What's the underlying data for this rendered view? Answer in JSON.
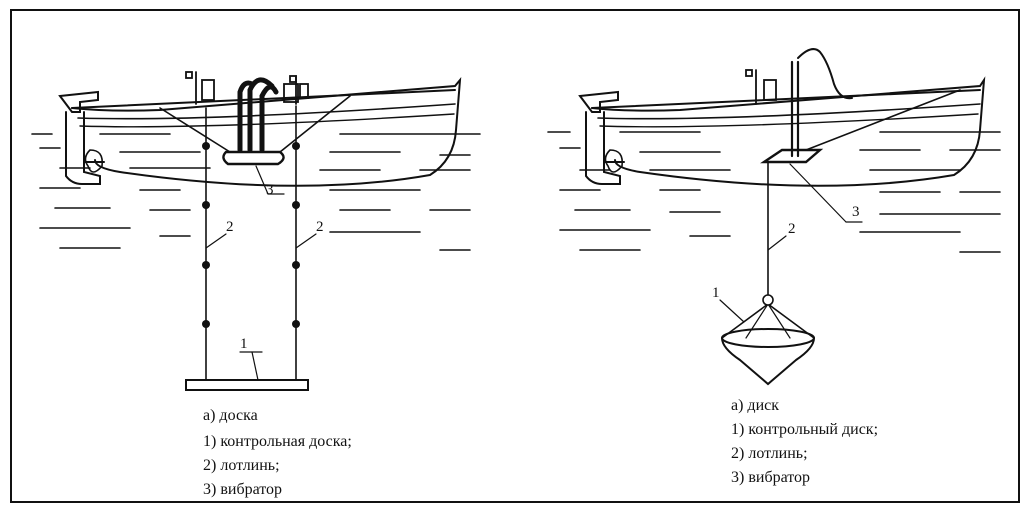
{
  "left_panel": {
    "callouts": {
      "n1": "1",
      "n2a": "2",
      "n2b": "2",
      "n3": "3"
    },
    "caption": {
      "title": "а) доска",
      "item1": "1) контрольная доска;",
      "item2": "2) лотлинь;",
      "item3": "3) вибратор"
    }
  },
  "right_panel": {
    "callouts": {
      "n1": "1",
      "n2": "2",
      "n3": "3"
    },
    "caption": {
      "title": "а) диск",
      "item1": "1) контрольный диск;",
      "item2": "2) лотлинь;",
      "item3": "3) вибратор"
    }
  },
  "colors": {
    "ink": "#111111",
    "background": "#ffffff"
  }
}
